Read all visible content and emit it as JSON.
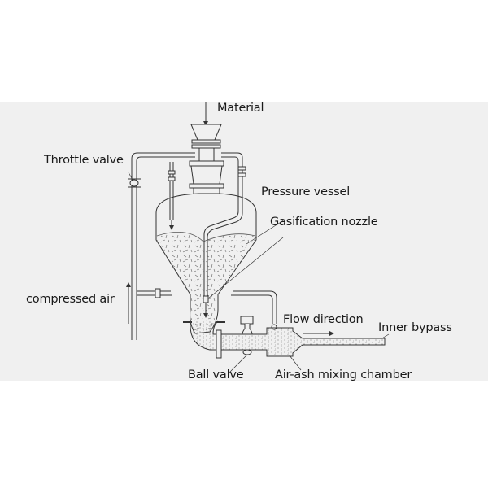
{
  "diagram": {
    "title": "Pneumatic conveying pressure vessel schematic",
    "background": "#f0f0f0",
    "line_color": "#333333",
    "labels": {
      "material": "Material",
      "throttle_valve": "Throttle valve",
      "pressure_vessel": "Pressure vessel",
      "gasification_nozzle": "Gasification nozzle",
      "compressed_air": "compressed air",
      "flow_direction": "Flow direction",
      "inner_bypass": "Inner bypass",
      "ball_valve": "Ball valve",
      "air_ash_mixing_chamber": "Air-ash mixing chamber"
    },
    "components": [
      "feed-hopper",
      "feed-valve",
      "pressure-vessel",
      "gasification-nozzle",
      "throttle-valve",
      "compressed-air-line",
      "ball-valve",
      "air-ash-mixing-chamber",
      "conveying-pipe",
      "inner-bypass"
    ]
  }
}
